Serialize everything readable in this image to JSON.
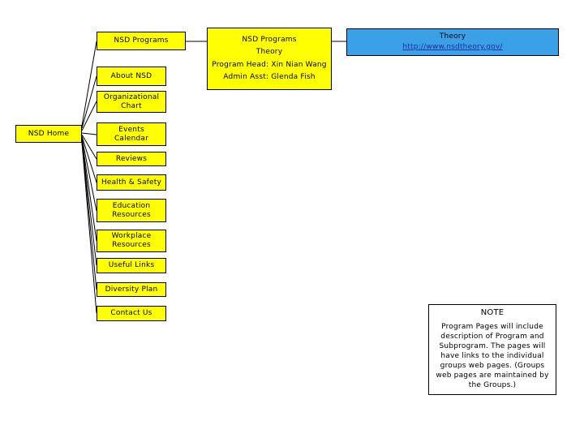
{
  "home": {
    "label": "NSD Home"
  },
  "branches": [
    {
      "label": "NSD Programs"
    },
    {
      "label": "About NSD"
    },
    {
      "label": "Organizational Chart"
    },
    {
      "label": "Events Calendar"
    },
    {
      "label": "Reviews"
    },
    {
      "label": "Health & Safety"
    },
    {
      "label": "Education Resources"
    },
    {
      "label": "Workplace Resources"
    },
    {
      "label": "Useful Links"
    },
    {
      "label": "Diversity Plan"
    },
    {
      "label": "Contact Us"
    }
  ],
  "program_detail": {
    "header": "NSD Programs",
    "program": "Theory",
    "head": "Program Head: Xin Nian Wang",
    "assistant": "Admin Asst: Glenda Fish"
  },
  "theory_link": {
    "title": "Theory",
    "url": "http://www.nsdtheory.gov/"
  },
  "note": {
    "title": "NOTE",
    "body": "Program Pages will include description of Program and Subprogram. The pages will have links to the individual groups web pages. (Groups web pages are maintained by the Groups.)"
  },
  "colors": {
    "box_fill": "#ffff00",
    "link_box_fill": "#3aa0e8",
    "note_fill": "#ffffff",
    "link_text": "#1b2fa0"
  }
}
